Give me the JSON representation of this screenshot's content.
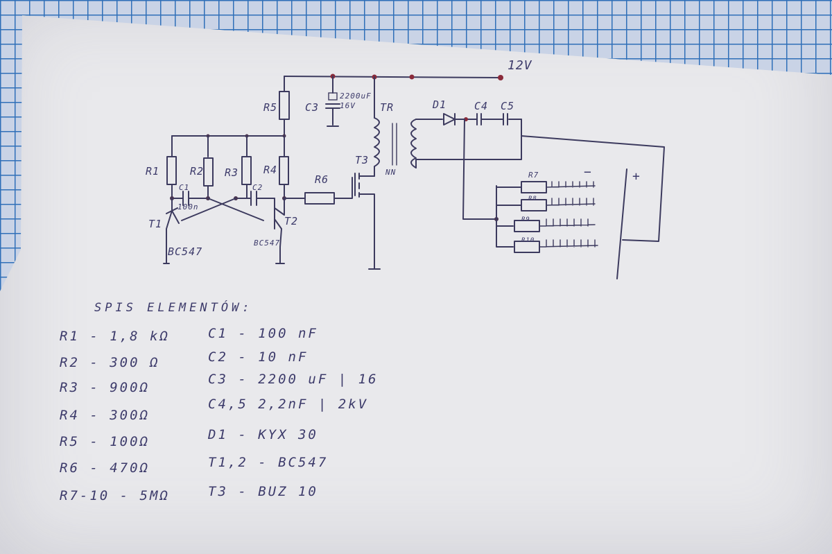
{
  "schematic": {
    "supply": "12V",
    "labels": {
      "R1": "R1",
      "R2": "R2",
      "R3": "R3",
      "R4": "R4",
      "R5": "R5",
      "R6": "R6",
      "R7": "R7",
      "R8": "R8",
      "R9": "R9",
      "R10": "R10",
      "C1": "C1",
      "C1_val": "100n",
      "C2": "C2",
      "C3": "C3",
      "C3_val": "2200uF 16V",
      "C4": "C4",
      "C5": "C5",
      "D1": "D1",
      "TR": "TR",
      "T1": "T1",
      "T2": "T2",
      "T3": "T3",
      "T1_type": "BC547",
      "T2_type": "BC547",
      "minus": "−",
      "plus": "+",
      "nn": "NN"
    }
  },
  "parts_list": {
    "title": "SPIS ELEMENTÓW:",
    "left": [
      "R1 - 1,8 kΩ",
      "R2 - 300 Ω",
      "R3 - 900Ω",
      "R4 - 300Ω",
      "R5 - 100Ω",
      "R6 - 470Ω",
      "R7-10 - 5MΩ"
    ],
    "right": [
      "C1 - 100 nF",
      "C2 - 10 nF",
      "C3 - 2200 uF | 16",
      "C4,5 2,2nF | 2kV",
      "D1 - KYX 30",
      "T1,2 - BC547",
      "T3 - BUZ 10"
    ]
  },
  "colors": {
    "ink": "#3c3a5e",
    "grid": "#2f6fb8",
    "paper": "#e9e9ec",
    "junction": "#8a2a3a"
  }
}
